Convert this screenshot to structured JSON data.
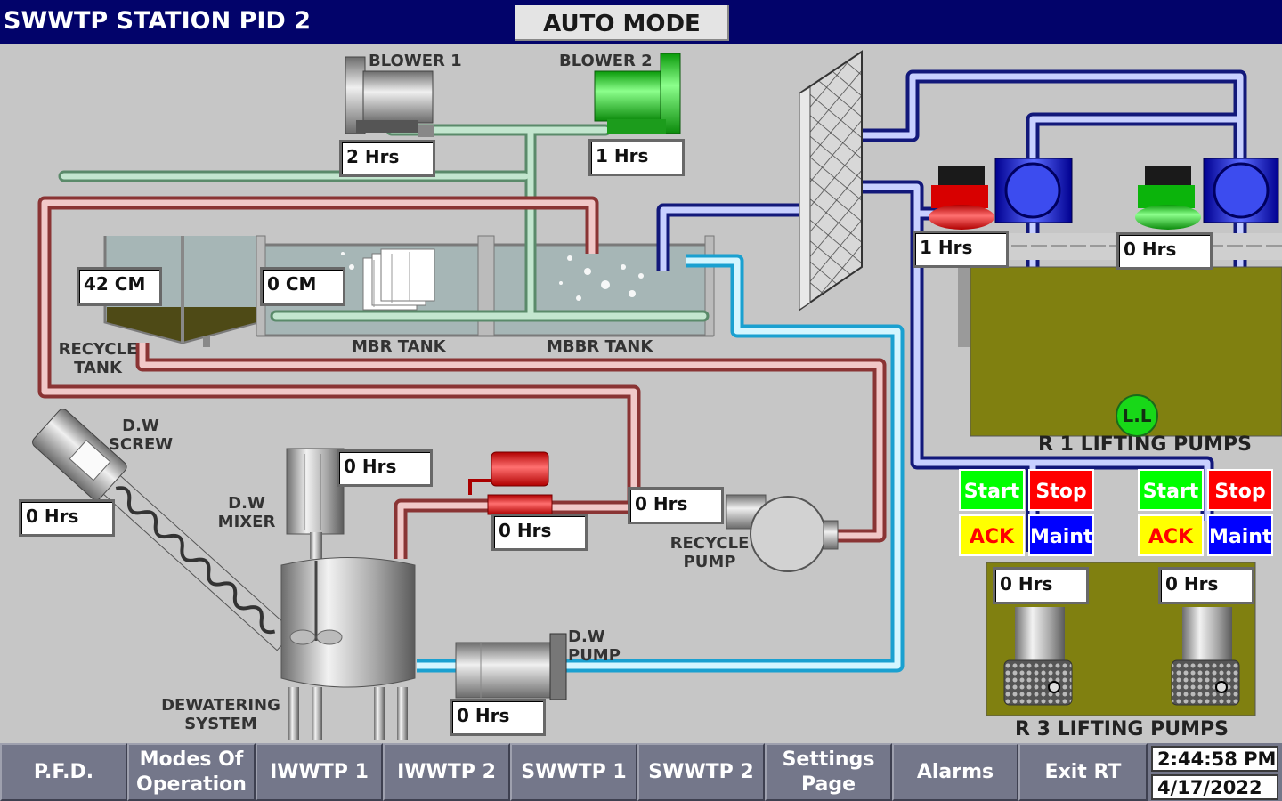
{
  "header": {
    "title": "SWWTP STATION PID 2",
    "mode": "AUTO MODE"
  },
  "equipment": {
    "blower1": {
      "label": "BLOWER 1",
      "hours": "2 Hrs"
    },
    "blower2": {
      "label": "BLOWER 2",
      "hours": "1 Hrs"
    },
    "recycle_tank": {
      "label": "RECYCLE TANK",
      "level": "42 CM"
    },
    "mbr_tank": {
      "label": "MBR TANK",
      "level": "0 CM"
    },
    "mbbr_tank": {
      "label": "MBBR TANK"
    },
    "dw_screw": {
      "label": "D.W SCREW",
      "hours": "0 Hrs"
    },
    "dw_mixer": {
      "label": "D.W MIXER",
      "hours": "0 Hrs"
    },
    "dosing_pump": {
      "hours": "0 Hrs"
    },
    "recycle_pump": {
      "label": "RECYCLE PUMP",
      "hours": "0 Hrs"
    },
    "dw_pump": {
      "label": "D.W PUMP",
      "hours": "0 Hrs"
    },
    "dewatering": {
      "label": "DEWATERING SYSTEM"
    },
    "r1_pump1": {
      "hours": "1 Hrs"
    },
    "r1_pump2": {
      "hours": "0 Hrs"
    },
    "r1": {
      "label": "R 1 LIFTING PUMPS",
      "level_indicator": "L.L"
    },
    "r3_pump1": {
      "hours": "0 Hrs"
    },
    "r3_pump2": {
      "hours": "0 Hrs"
    },
    "r3": {
      "label": "R 3 LIFTING PUMPS"
    }
  },
  "controls": {
    "start": "Start",
    "stop": "Stop",
    "ack": "ACK",
    "maint": "Maint"
  },
  "nav": [
    {
      "label": "P.F.D."
    },
    {
      "label": "Modes Of Operation"
    },
    {
      "label": "IWWTP 1"
    },
    {
      "label": "IWWTP 2"
    },
    {
      "label": "SWWTP 1"
    },
    {
      "label": "SWWTP 2"
    },
    {
      "label": "Settings Page"
    },
    {
      "label": "Alarms"
    },
    {
      "label": "Exit RT"
    }
  ],
  "clock": {
    "time": "2:44:58 PM",
    "date": "4/17/2022"
  },
  "colors": {
    "header_bg": "#02036a",
    "air_pipe": "#b7dcc3",
    "sludge_pipe": "#c97b7b",
    "water_pipe": "#6fd6f4",
    "lift_pipe": "#5060c8",
    "tank_olive": "#8a8a14"
  }
}
